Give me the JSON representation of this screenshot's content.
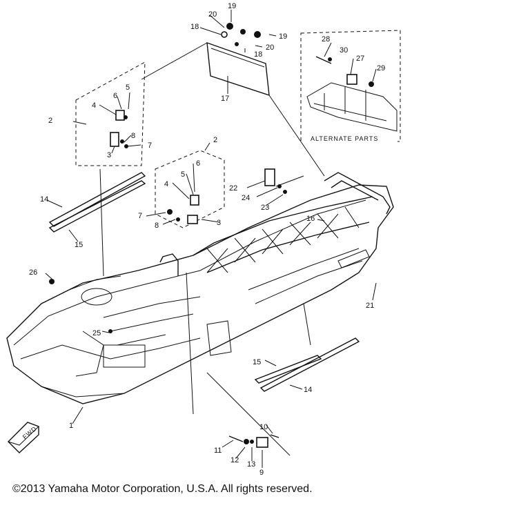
{
  "diagram": {
    "callouts": [
      "19",
      "20",
      "18",
      "19",
      "20",
      "18",
      "17",
      "28",
      "30",
      "27",
      "29",
      "2",
      "4",
      "6",
      "5",
      "8",
      "7",
      "3",
      "2",
      "6",
      "5",
      "4",
      "22",
      "24",
      "23",
      "7",
      "8",
      "3",
      "14",
      "15",
      "16",
      "26",
      "21",
      "25",
      "15",
      "14",
      "1",
      "10",
      "11",
      "12",
      "13",
      "9"
    ],
    "alternate_parts_label": "ALTERNATE PARTS",
    "fwd_label": "FWD"
  },
  "footer": {
    "copyright": "©2013 Yamaha Motor Corporation, U.S.A. All rights reserved."
  }
}
